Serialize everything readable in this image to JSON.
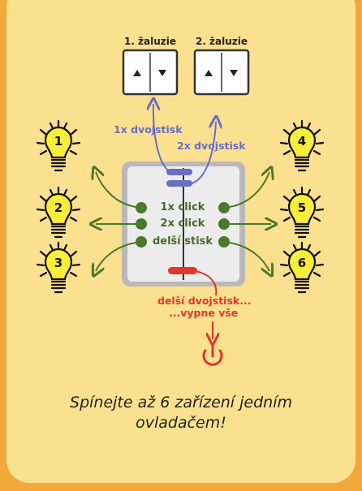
{
  "blinds": [
    {
      "label": "1. žaluzie",
      "up_icon": "arrow-up",
      "down_icon": "arrow-down"
    },
    {
      "label": "2. žaluzie",
      "up_icon": "arrow-up",
      "down_icon": "arrow-down"
    }
  ],
  "double_press": [
    {
      "label": "1x dvojstisk"
    },
    {
      "label": "2x dvojstisk"
    }
  ],
  "switch_actions": [
    {
      "label": "1x click"
    },
    {
      "label": "2x click"
    },
    {
      "label": "delší stisk"
    }
  ],
  "bulbs_left": [
    "1",
    "2",
    "3"
  ],
  "bulbs_right": [
    "4",
    "5",
    "6"
  ],
  "off_action": {
    "line1": "delší dvojstisk...",
    "line2": "...vypne vše",
    "icon": "power-icon"
  },
  "slogan": {
    "line1": "Spínejte až 6 zařízení jedním",
    "line2": "ovladačem!"
  },
  "colors": {
    "background": "#f3a83a",
    "card": "#fbe08f",
    "blue": "#6a6fc4",
    "green": "#4a7a2a",
    "red": "#e4352a",
    "bulb": "#f7ee3a"
  }
}
